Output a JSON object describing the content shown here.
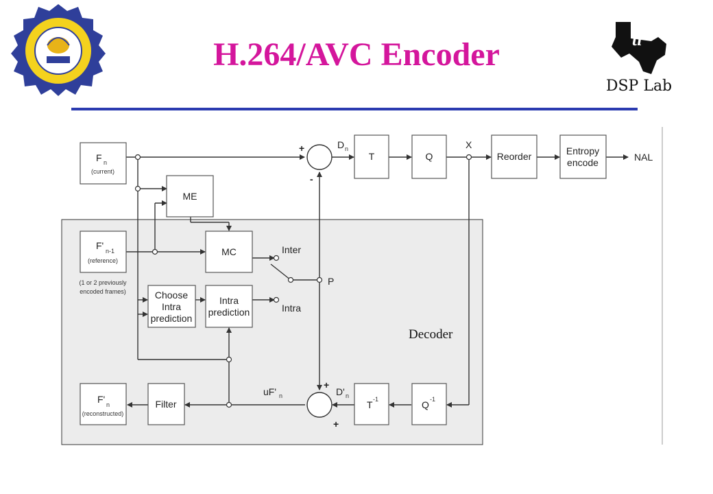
{
  "slide": {
    "title": "H.264/AVC Encoder",
    "logo_right_label": "DSP Lab",
    "decoder_label": "Decoder"
  },
  "diagram": {
    "blocks": {
      "fn_main": "F",
      "fn_sub": "n",
      "fn_caption": "(current)",
      "fref_main": "F'",
      "fref_sub": "n-1",
      "fref_caption": "(reference)",
      "fref_note_line1": "(1 or 2 previously",
      "fref_note_line2": "encoded frames)",
      "me": "ME",
      "mc": "MC",
      "choose_line1": "Choose",
      "choose_line2": "Intra",
      "choose_line3": "prediction",
      "intra_line1": "Intra",
      "intra_line2": "prediction",
      "t": "T",
      "q": "Q",
      "reorder": "Reorder",
      "entropy_line1": "Entropy",
      "entropy_line2": "encode",
      "tinv": "T",
      "tinv_sup": "-1",
      "qinv": "Q",
      "qinv_sup": "-1",
      "filter": "Filter",
      "frec_main": "F'",
      "frec_sub": "n",
      "frec_caption": "(reconstructed)"
    },
    "labels": {
      "dn": "D",
      "dn_sub": "n",
      "x": "X",
      "nal": "NAL",
      "inter": "Inter",
      "intra": "Intra",
      "p": "P",
      "ufn": "uF'",
      "ufn_sub": "n",
      "dpn": "D'",
      "dpn_sub": "n",
      "plus_top": "+",
      "minus_top": "-",
      "plus_bottom_a": "+",
      "plus_bottom_b": "+"
    }
  }
}
